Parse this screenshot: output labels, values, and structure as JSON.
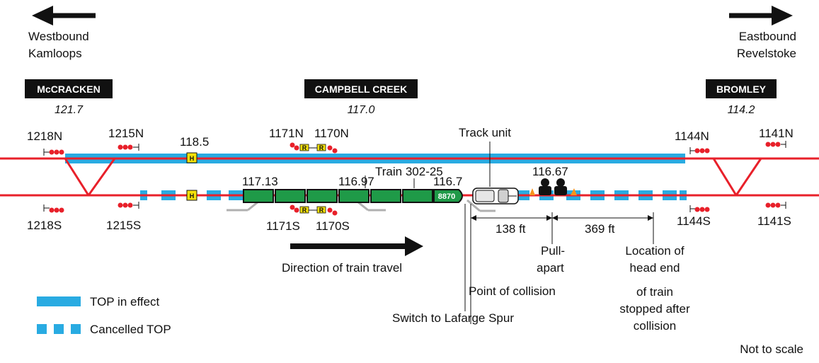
{
  "directions": {
    "west": {
      "line1": "Westbound",
      "line2": "Kamloops"
    },
    "east": {
      "line1": "Eastbound",
      "line2": "Revelstoke"
    }
  },
  "stations": [
    {
      "name": "McCRACKEN",
      "mile": "121.7"
    },
    {
      "name": "CAMPBELL CREEK",
      "mile": "117.0"
    },
    {
      "name": "BROMLEY",
      "mile": "114.2"
    }
  ],
  "signals": {
    "s1218N": "1218N",
    "s1218S": "1218S",
    "s1215N": "1215N",
    "s1215S": "1215S",
    "s1171N": "1171N",
    "s1170N": "1170N",
    "s1171S": "1171S",
    "s1170S": "1170S",
    "s1144N": "1144N",
    "s1144S": "1144S",
    "s1141N": "1141N",
    "s1141S": "1141S"
  },
  "mileposts": {
    "m1185": "118.5",
    "m11713": "117.13",
    "m11697": "116.97",
    "m1167": "116.7",
    "m11667": "116.67"
  },
  "train": {
    "label": "Train 302-25",
    "locomotive": "8870"
  },
  "labels": {
    "track_unit": "Track unit",
    "direction": "Direction of train travel",
    "dist1": "138 ft",
    "dist2": "369 ft",
    "pull_apart_1": "Pull-",
    "pull_apart_2": "apart",
    "location_1": "Location of",
    "location_2": "head end",
    "location_3": "of train",
    "location_4": "stopped after",
    "location_5": "collision",
    "point_of_collision": "Point of collision",
    "switch": "Switch to Lafarge Spur",
    "not_to_scale": "Not to scale",
    "h_marker": "H"
  },
  "legend": [
    {
      "label": "TOP in effect",
      "style": "solid"
    },
    {
      "label": "Cancelled TOP",
      "style": "dashed"
    }
  ],
  "colors": {
    "track": "#e8202a",
    "top_blue": "#29abe2",
    "train_green": "#1f9a48",
    "sign_yellow": "#f5e10a"
  }
}
